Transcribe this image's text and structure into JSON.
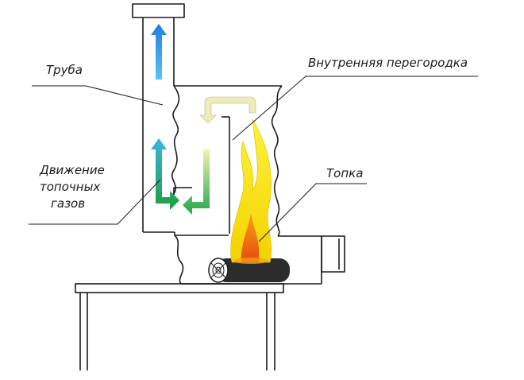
{
  "labels": {
    "pipe": "Труба",
    "partition": "Внутренняя перегородка",
    "gas_motion_line1": "Движение",
    "gas_motion_line2": "топочных",
    "gas_motion_line3": "газов",
    "firebox": "Топка"
  },
  "colors": {
    "outline": "#1a1a1a",
    "arrow_blue": "#1e8fe6",
    "arrow_green": "#22a84a",
    "arrow_cream": "#ece9b6",
    "flame_yellow": "#f5e600",
    "flame_orange": "#f07010",
    "log": "#2a2a2a"
  }
}
